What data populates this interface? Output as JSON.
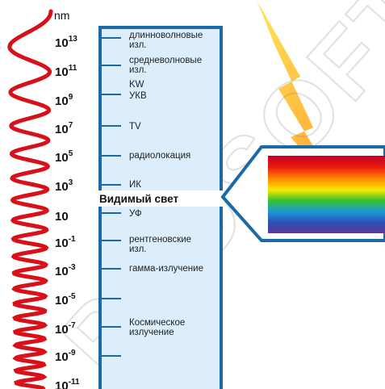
{
  "unit": "nm",
  "visible_label": "Видимый свет",
  "watermark": "PROSOFT",
  "colors": {
    "column_fill": "#dceefb",
    "column_border": "#1a6aa8",
    "wave": "#d8101a",
    "lightning_yellow": "#ffd21a",
    "lightning_orange": "#ff8a00",
    "arrow_border": "#1a6aa8"
  },
  "wavelengths": [
    {
      "base": "10",
      "exp": "13"
    },
    {
      "base": "10",
      "exp": "11"
    },
    {
      "base": "10",
      "exp": "9"
    },
    {
      "base": "10",
      "exp": "7"
    },
    {
      "base": "10",
      "exp": "5"
    },
    {
      "base": "10",
      "exp": "3"
    },
    {
      "base": "10",
      "exp": ""
    },
    {
      "base": "10",
      "exp": "-1"
    },
    {
      "base": "10",
      "exp": "-3"
    },
    {
      "base": "10",
      "exp": "-5"
    },
    {
      "base": "10",
      "exp": "-7"
    },
    {
      "base": "10",
      "exp": "-9"
    },
    {
      "base": "10",
      "exp": "-11"
    }
  ],
  "bands": [
    {
      "lines": [
        "длинноволновые",
        "изл."
      ]
    },
    {
      "lines": [
        "средневолновые",
        "изл."
      ]
    },
    {
      "lines": [
        "KW"
      ]
    },
    {
      "lines": [
        "УКВ"
      ]
    },
    {
      "lines": [
        "TV"
      ]
    },
    {
      "lines": [
        "радиолокация"
      ]
    },
    {
      "lines": [
        "ИК"
      ]
    },
    {
      "lines": [
        "УФ"
      ]
    },
    {
      "lines": [
        "рентгеновские",
        "изл."
      ]
    },
    {
      "lines": [
        "гамма-излучение"
      ]
    },
    {
      "lines": [
        "Космическое",
        "излучение"
      ]
    }
  ],
  "icons": [
    "lightning-icon",
    "wave-icon",
    "spectrum-arrow-icon"
  ]
}
